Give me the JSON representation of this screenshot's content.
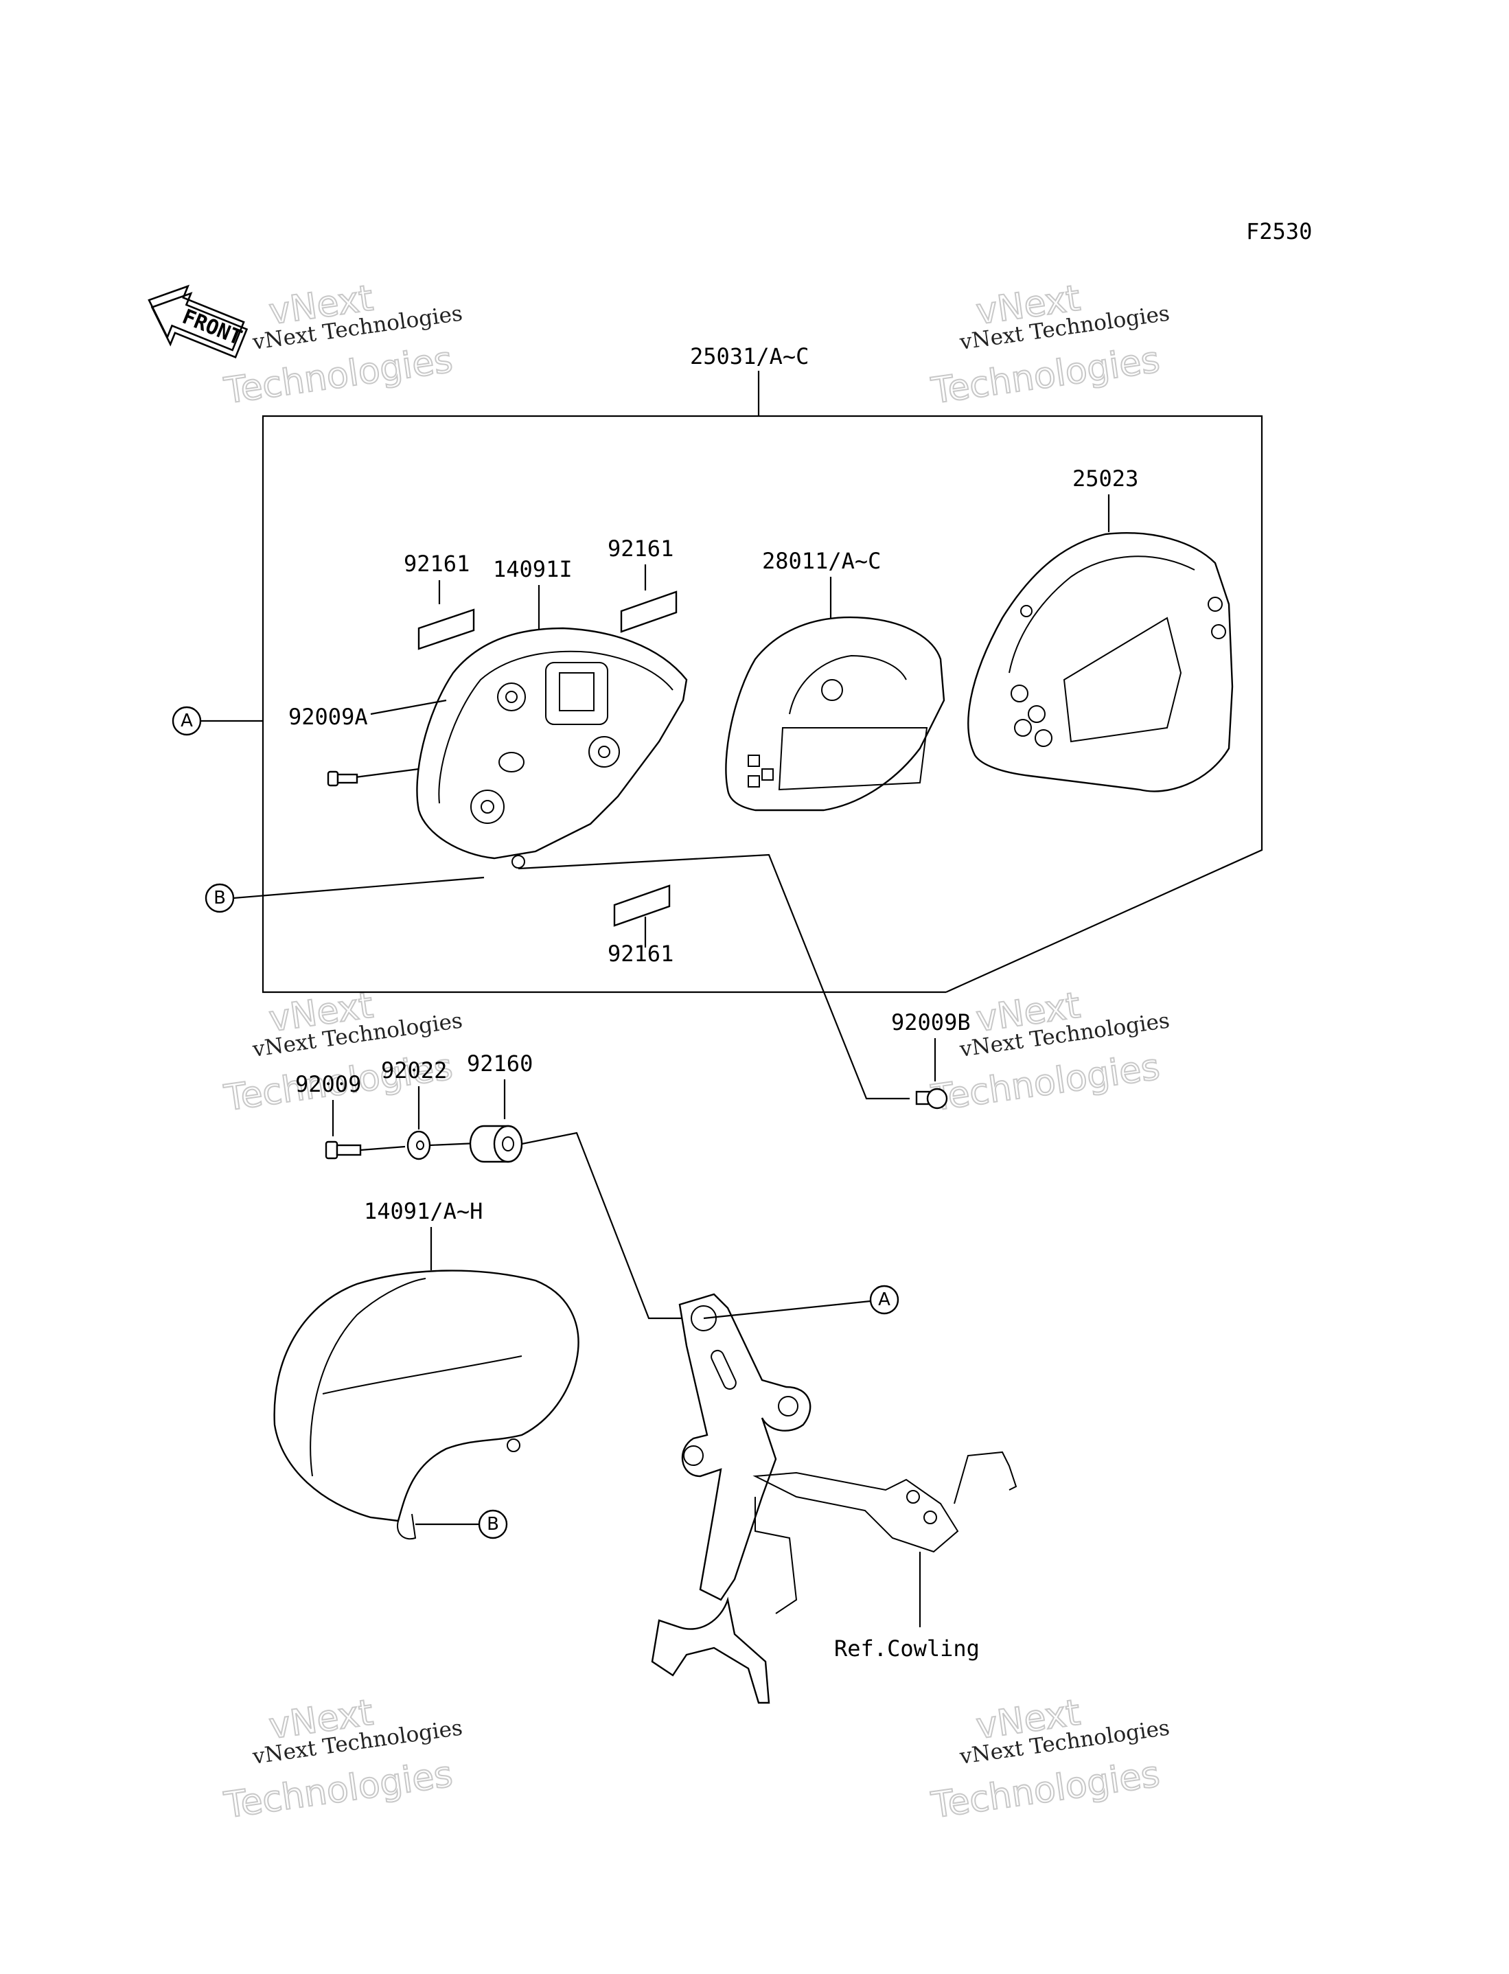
{
  "diagram": {
    "code": "F2530",
    "front_label": "FRONT",
    "ref_note": "Ref.Cowling",
    "callouts": {
      "A": "A",
      "B": "B"
    },
    "part_numbers": {
      "meter_assembly": "25031/A~C",
      "meter_cover": "25023",
      "meter_unit": "28011/A~C",
      "case": "14091I",
      "seal_left": "92161",
      "seal_right": "92161",
      "seal_bottom": "92161",
      "screw_a": "92009A",
      "screw_b": "92009B",
      "screw": "92009",
      "washer": "92022",
      "damper": "92160",
      "outer_cover": "14091/A~H"
    }
  },
  "watermark": {
    "line1": "vNext Technologies",
    "line2": "vNext",
    "line3": "Technologies"
  }
}
